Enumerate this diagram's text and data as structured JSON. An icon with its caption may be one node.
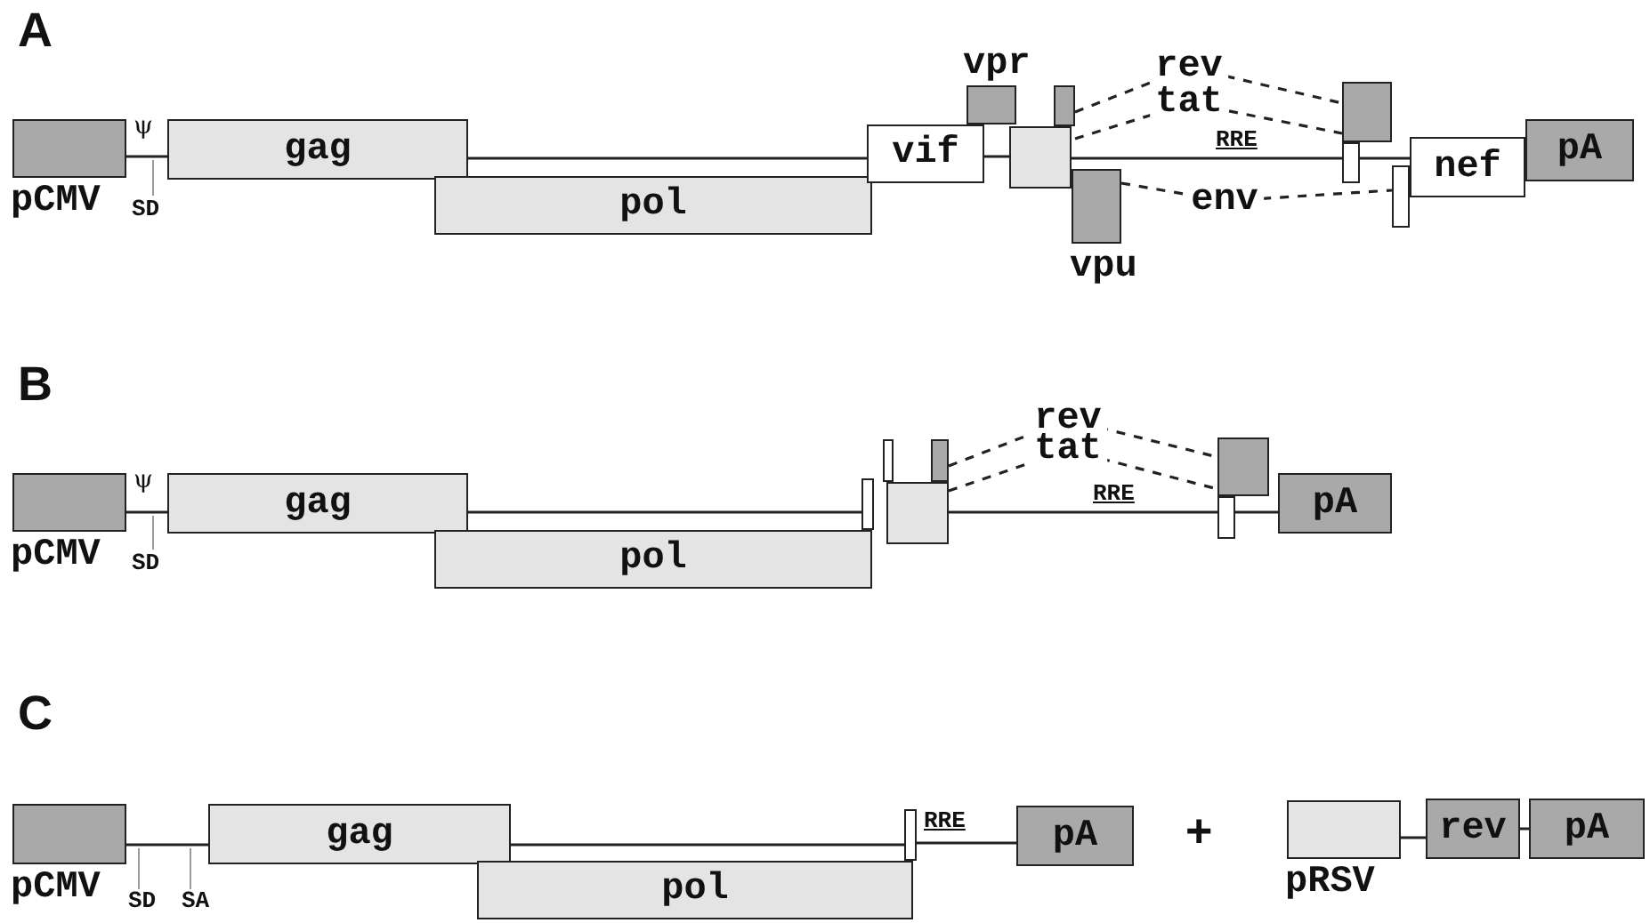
{
  "diagram": {
    "nodes": [
      {
        "text": [
          "pCMV"
        ]
      },
      {
        "text": [
          "gag"
        ]
      },
      {
        "text": [
          "pol"
        ]
      },
      {
        "text": [
          "vif"
        ]
      },
      {
        "text": [
          "vpr"
        ]
      },
      {
        "text": [],
        "shape": "box"
      },
      {
        "text": [],
        "shape": "box"
      },
      {
        "text": [
          "vpu"
        ]
      },
      {
        "text": [],
        "shape": "box"
      },
      {
        "text": [],
        "shape": "box"
      },
      {
        "text": [],
        "shape": "box"
      },
      {
        "text": [
          "nef"
        ]
      },
      {
        "text": [
          "pA"
        ]
      },
      {
        "text": [
          "pCMV"
        ]
      },
      {
        "text": [
          "gag"
        ]
      },
      {
        "text": [
          "pol"
        ]
      },
      {
        "text": [],
        "shape": "box"
      },
      {
        "text": [],
        "shape": "box"
      },
      {
        "text": [],
        "shape": "box"
      },
      {
        "text": [],
        "shape": "box"
      },
      {
        "text": [],
        "shape": "box"
      },
      {
        "text": [],
        "shape": "box"
      },
      {
        "text": [
          "pA"
        ]
      },
      {
        "text": [
          "pCMV"
        ]
      },
      {
        "text": [
          "gag"
        ]
      },
      {
        "text": [
          "pol"
        ]
      },
      {
        "text": [],
        "shape": "box"
      },
      {
        "text": [
          "pA"
        ]
      },
      {
        "text": [
          "pRSV"
        ]
      },
      {
        "text": [
          "rev"
        ]
      },
      {
        "text": [
          "pA"
        ]
      }
    ],
    "edges": [
      {
        "from": 0,
        "to": 1,
        "arrow": "none"
      },
      {
        "from": 1,
        "to": 3,
        "arrow": "none"
      },
      {
        "from": 6,
        "to": 9,
        "arrow": "none"
      },
      {
        "from": 9,
        "to": 11,
        "arrow": "none"
      },
      {
        "from": 5,
        "to": 8,
        "arrow": "none",
        "label": "rev",
        "style": "dashed"
      },
      {
        "from": 5,
        "to": 8,
        "arrow": "none",
        "label": "tat",
        "style": "dashed"
      },
      {
        "from": 7,
        "to": 10,
        "arrow": "none",
        "label": "env",
        "style": "dashed"
      },
      {
        "from": 13,
        "to": 14,
        "arrow": "none"
      },
      {
        "from": 14,
        "to": 16,
        "arrow": "none"
      },
      {
        "from": 18,
        "to": 21,
        "arrow": "none"
      },
      {
        "from": 21,
        "to": 22,
        "arrow": "none"
      },
      {
        "from": 19,
        "to": 20,
        "arrow": "none",
        "label": "rev",
        "style": "dashed"
      },
      {
        "from": 19,
        "to": 20,
        "arrow": "none",
        "label": "tat",
        "style": "dashed"
      },
      {
        "from": 23,
        "to": 24,
        "arrow": "none"
      },
      {
        "from": 24,
        "to": 26,
        "arrow": "none"
      },
      {
        "from": 26,
        "to": 27,
        "arrow": "none"
      },
      {
        "from": 28,
        "to": 29,
        "arrow": "none"
      },
      {
        "from": 29,
        "to": 30,
        "arrow": "none"
      },
      {
        "from": 3,
        "to": 6,
        "arrow": "none"
      }
    ],
    "labels": [
      "A",
      "ψ",
      "SD",
      "RRE",
      "B",
      "ψ",
      "SD",
      "RRE",
      "C",
      "SD",
      "SA",
      "RRE",
      "+"
    ]
  }
}
